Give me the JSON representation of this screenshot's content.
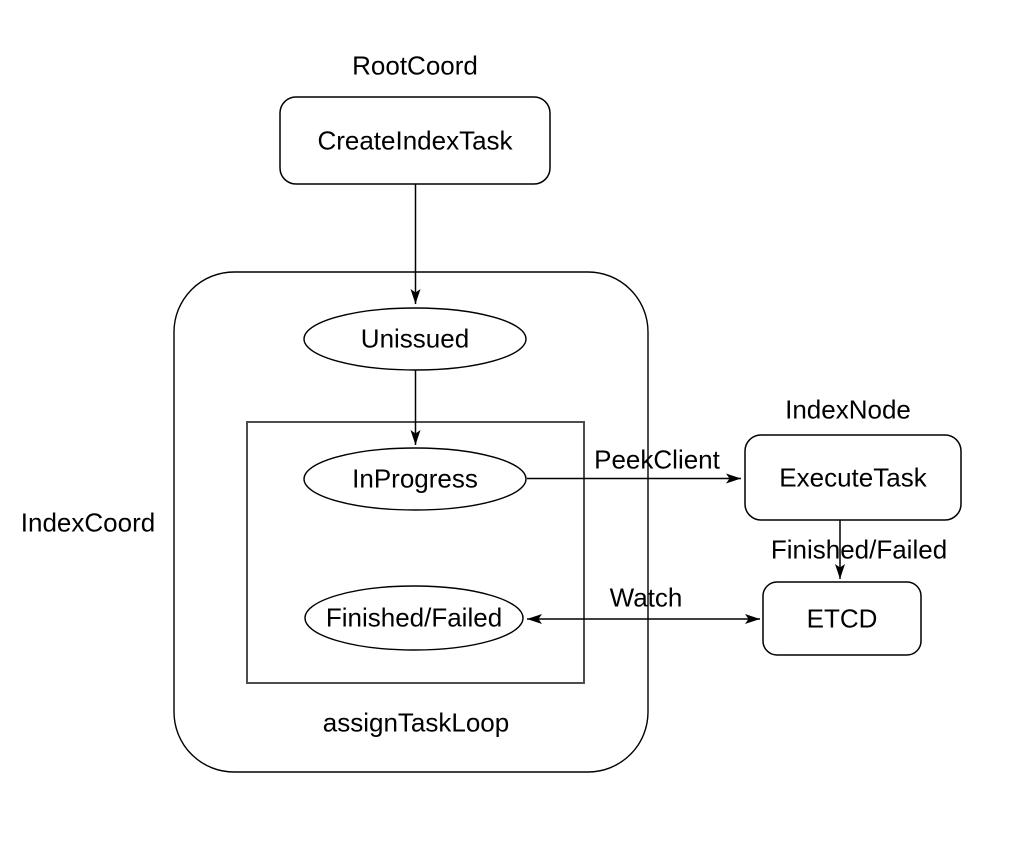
{
  "diagram": {
    "group_labels": {
      "root_coord": "RootCoord",
      "index_coord": "IndexCoord",
      "index_node": "IndexNode",
      "assign_task_loop": "assignTaskLoop"
    },
    "nodes": {
      "create_index_task": {
        "label": "CreateIndexTask",
        "shape": "rounded-rect"
      },
      "unissued": {
        "label": "Unissued",
        "shape": "ellipse"
      },
      "in_progress": {
        "label": "InProgress",
        "shape": "ellipse"
      },
      "finished_failed": {
        "label": "Finished/Failed",
        "shape": "ellipse"
      },
      "execute_task": {
        "label": "ExecuteTask",
        "shape": "rounded-rect"
      },
      "etcd": {
        "label": "ETCD",
        "shape": "rounded-rect"
      }
    },
    "edges": [
      {
        "from": "CreateIndexTask",
        "to": "Unissued",
        "label": "",
        "bidirectional": false
      },
      {
        "from": "Unissued",
        "to": "InProgress",
        "label": "",
        "bidirectional": false
      },
      {
        "from": "InProgress",
        "to": "ExecuteTask",
        "label": "PeekClient",
        "bidirectional": false
      },
      {
        "from": "ExecuteTask",
        "to": "ETCD",
        "label": "Finished/Failed",
        "bidirectional": false
      },
      {
        "from": "ETCD",
        "to": "Finished/Failed",
        "label": "Watch",
        "bidirectional": true
      }
    ],
    "colors": {
      "background": "#ffffff",
      "stroke": "#000000",
      "inner_box_stroke": "#4d4d4d",
      "text": "#000000"
    }
  }
}
